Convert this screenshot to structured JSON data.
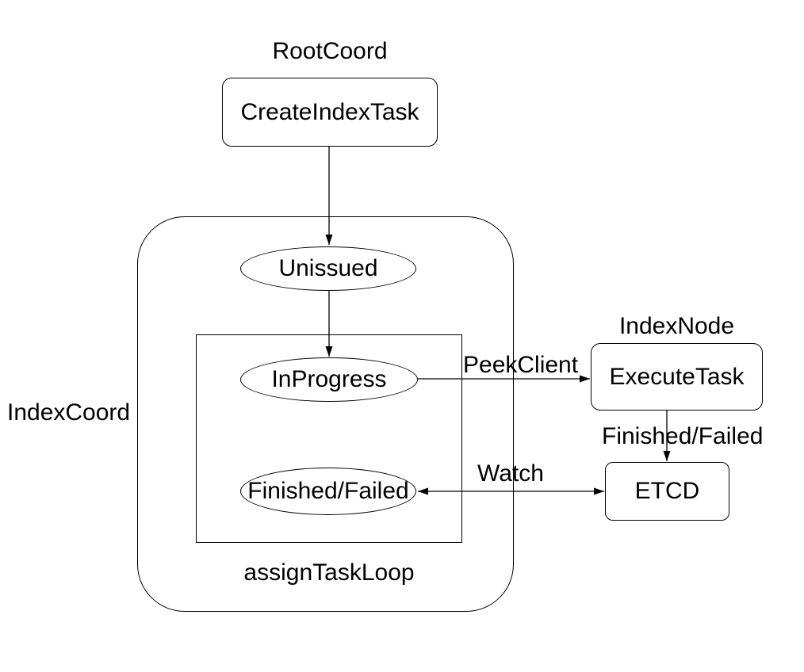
{
  "diagram": {
    "groups": {
      "root_coord": {
        "label": "RootCoord"
      },
      "index_coord": {
        "label": "IndexCoord"
      },
      "index_node": {
        "label": "IndexNode"
      },
      "assign_task_loop": {
        "label": "assignTaskLoop"
      }
    },
    "nodes": {
      "create_index_task": {
        "label": "CreateIndexTask",
        "shape": "rounded-rect"
      },
      "unissued": {
        "label": "Unissued",
        "shape": "ellipse"
      },
      "in_progress": {
        "label": "InProgress",
        "shape": "ellipse"
      },
      "finished_failed_state": {
        "label": "Finished/Failed",
        "shape": "ellipse"
      },
      "execute_task": {
        "label": "ExecuteTask",
        "shape": "rounded-rect"
      },
      "etcd": {
        "label": "ETCD",
        "shape": "rounded-rect"
      }
    },
    "edge_labels": {
      "peek_client": "PeekClient",
      "finished_failed": "Finished/Failed",
      "watch": "Watch"
    },
    "colors": {
      "stroke": "#000000",
      "text": "#000000",
      "background": "#ffffff"
    }
  }
}
